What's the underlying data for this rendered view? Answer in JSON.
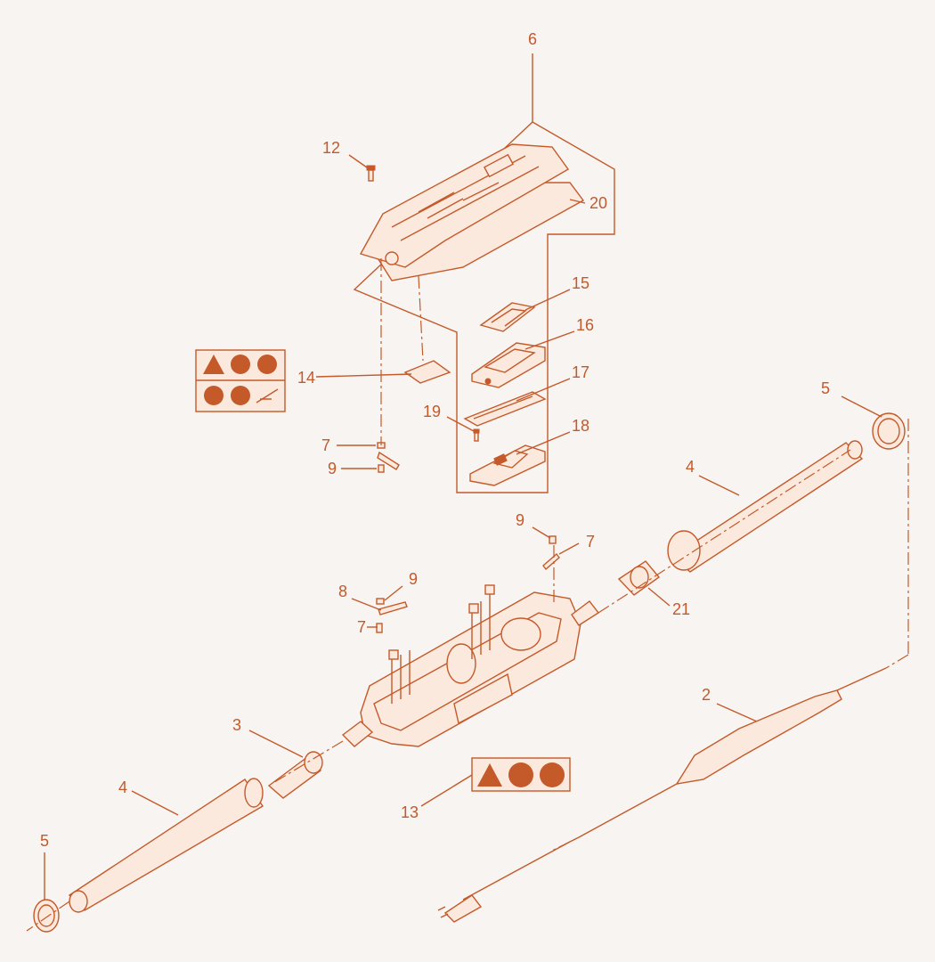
{
  "labels": {
    "l6": "6",
    "l12": "12",
    "l20": "20",
    "l15": "15",
    "l16": "16",
    "l17": "17",
    "l14": "14",
    "l19": "19",
    "l18": "18",
    "l7a": "7",
    "l9a": "9",
    "l5a": "5",
    "l4a": "4",
    "l9b": "9",
    "l7b": "7",
    "l9c": "9",
    "l8": "8",
    "l7c": "7",
    "l21": "21",
    "l2": "2",
    "l3": "3",
    "l4b": "4",
    "l13": "13",
    "l5b": "5"
  },
  "colors": {
    "accent": "#c45a2a",
    "fill": "#fbe9dd",
    "background": "#f7f4f1"
  }
}
